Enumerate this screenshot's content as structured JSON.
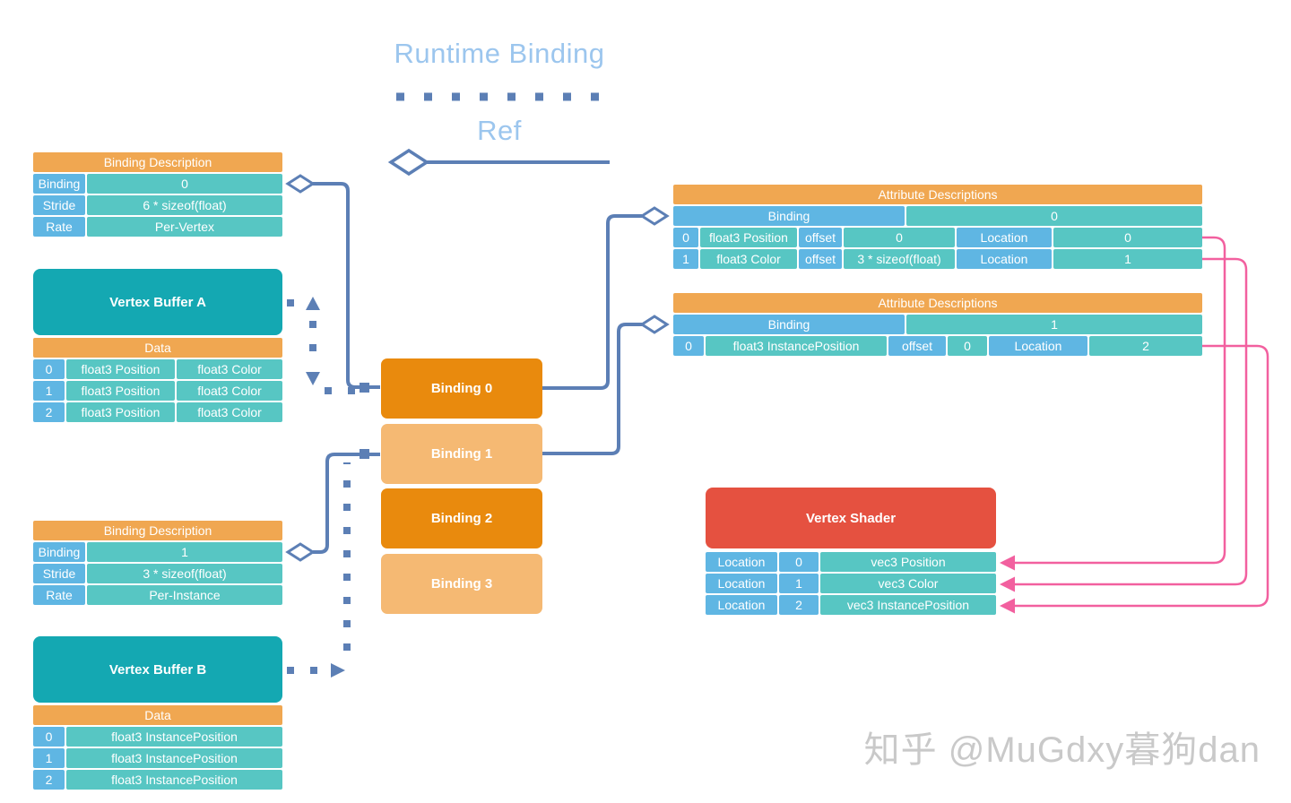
{
  "legend": {
    "runtime_binding": "Runtime Binding",
    "ref": "Ref"
  },
  "binding_desc_0": {
    "title": "Binding Description",
    "rows": [
      {
        "label": "Binding",
        "value": "0"
      },
      {
        "label": "Stride",
        "value": "6 * sizeof(float)"
      },
      {
        "label": "Rate",
        "value": "Per-Vertex"
      }
    ]
  },
  "vertex_buffer_a": {
    "title": "Vertex Buffer A",
    "data_header": "Data",
    "rows": [
      {
        "index": "0",
        "col1": "float3 Position",
        "col2": "float3 Color"
      },
      {
        "index": "1",
        "col1": "float3 Position",
        "col2": "float3 Color"
      },
      {
        "index": "2",
        "col1": "float3 Position",
        "col2": "float3 Color"
      }
    ]
  },
  "binding_desc_1": {
    "title": "Binding Description",
    "rows": [
      {
        "label": "Binding",
        "value": "1"
      },
      {
        "label": "Stride",
        "value": "3 * sizeof(float)"
      },
      {
        "label": "Rate",
        "value": "Per-Instance"
      }
    ]
  },
  "vertex_buffer_b": {
    "title": "Vertex Buffer B",
    "data_header": "Data",
    "rows": [
      {
        "index": "0",
        "value": "float3 InstancePosition"
      },
      {
        "index": "1",
        "value": "float3 InstancePosition"
      },
      {
        "index": "2",
        "value": "float3 InstancePosition"
      }
    ]
  },
  "bindings": [
    {
      "label": "Binding 0"
    },
    {
      "label": "Binding 1"
    },
    {
      "label": "Binding 2"
    },
    {
      "label": "Binding 3"
    }
  ],
  "attribute_desc_0": {
    "title": "Attribute Descriptions",
    "binding_label": "Binding",
    "binding_value": "0",
    "rows": [
      {
        "index": "0",
        "type": "float3 Position",
        "offset_label": "offset",
        "offset_value": "0",
        "location_label": "Location",
        "location_value": "0"
      },
      {
        "index": "1",
        "type": "float3 Color",
        "offset_label": "offset",
        "offset_value": "3 * sizeof(float)",
        "location_label": "Location",
        "location_value": "1"
      }
    ]
  },
  "attribute_desc_1": {
    "title": "Attribute Descriptions",
    "binding_label": "Binding",
    "binding_value": "1",
    "rows": [
      {
        "index": "0",
        "type": "float3 InstancePosition",
        "offset_label": "offset",
        "offset_value": "0",
        "location_label": "Location",
        "location_value": "2"
      }
    ]
  },
  "vertex_shader": {
    "title": "Vertex Shader",
    "rows": [
      {
        "label": "Location",
        "index": "0",
        "value": "vec3 Position"
      },
      {
        "label": "Location",
        "index": "1",
        "value": "vec3 Color"
      },
      {
        "label": "Location",
        "index": "2",
        "value": "vec3 InstancePosition"
      }
    ]
  },
  "watermark": "知乎 @MuGdxy暮狗dan",
  "colors": {
    "header_orange": "#F0A751",
    "label_blue": "#5FB6E3",
    "value_teal": "#57C6C3",
    "buffer_teal": "#14A8B2",
    "binding_dark_orange": "#E98A0D",
    "binding_light_orange": "#F5B973",
    "shader_red": "#E55140",
    "connector_blue": "#5C7FB5",
    "location_arrow_pink": "#F2609F",
    "title_light_blue": "#9CC6EE",
    "watermark_gray": "#C9C9C9"
  }
}
